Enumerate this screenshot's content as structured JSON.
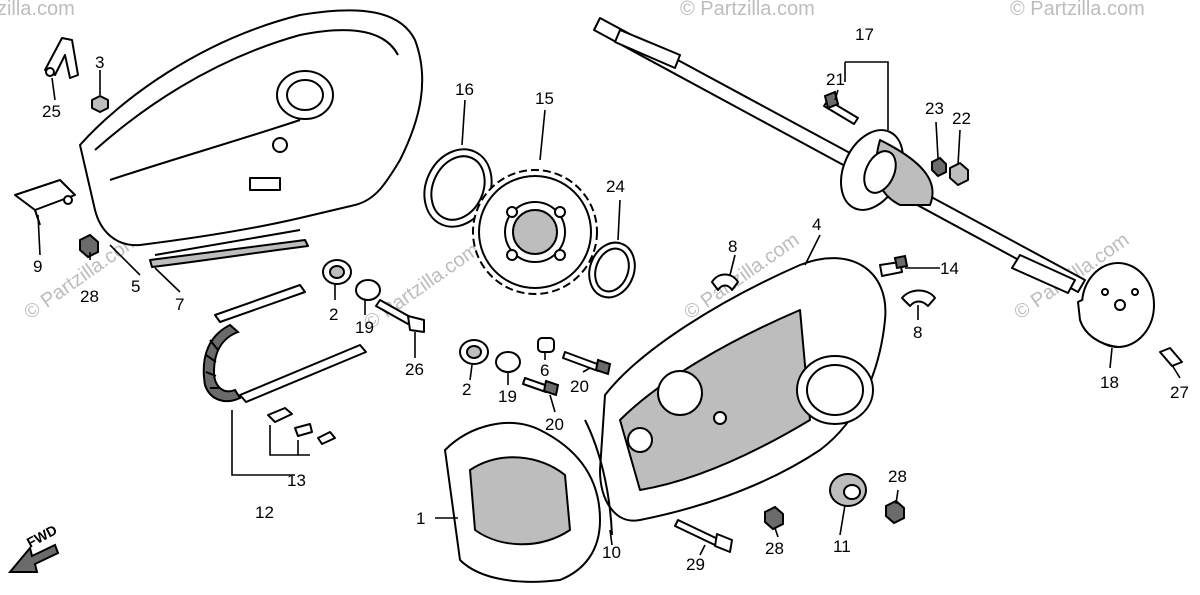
{
  "watermark": "© Partzilla.com",
  "fwd_label": "FWD",
  "callouts": {
    "c1": "1",
    "c2a": "2",
    "c2b": "2",
    "c3": "3",
    "c4": "4",
    "c5": "5",
    "c6": "6",
    "c7": "7",
    "c8a": "8",
    "c8b": "8",
    "c9": "9",
    "c10": "10",
    "c11": "11",
    "c12": "12",
    "c13": "13",
    "c14": "14",
    "c15": "15",
    "c16": "16",
    "c17": "17",
    "c18": "18",
    "c19a": "19",
    "c19b": "19",
    "c20a": "20",
    "c20b": "20",
    "c21": "21",
    "c22": "22",
    "c23": "23",
    "c24": "24",
    "c25": "25",
    "c26": "26",
    "c27": "27",
    "c28a": "28",
    "c28b": "28",
    "c28c": "28",
    "c29": "29"
  }
}
